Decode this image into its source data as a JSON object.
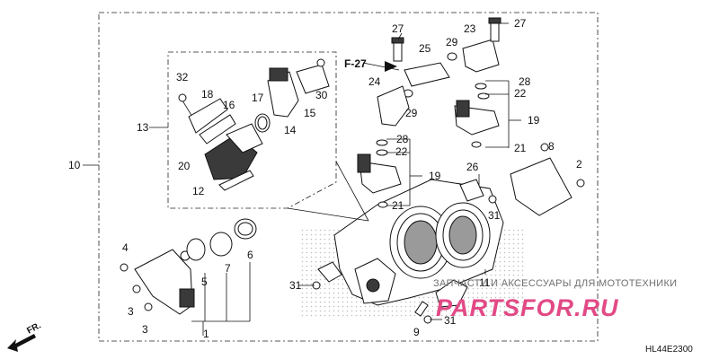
{
  "diagram": {
    "code": "HL44E2300",
    "ref_label": "F-27",
    "front_label": "FR.",
    "watermark": {
      "text": "ЗАПЧАСТИ И АКСЕССУАРЫ ДЛЯ МОТОТЕХНИКИ",
      "brand": "PARTSFOR.RU",
      "brand_color": "#e24a86"
    },
    "callouts": [
      "1",
      "2",
      "3",
      "3",
      "4",
      "5",
      "6",
      "7",
      "8",
      "9",
      "10",
      "11",
      "12",
      "13",
      "14",
      "15",
      "16",
      "17",
      "18",
      "19",
      "19",
      "20",
      "21",
      "21",
      "22",
      "22",
      "23",
      "24",
      "25",
      "26",
      "27",
      "27",
      "28",
      "28",
      "29",
      "29",
      "30",
      "31",
      "31",
      "31",
      "32"
    ]
  }
}
